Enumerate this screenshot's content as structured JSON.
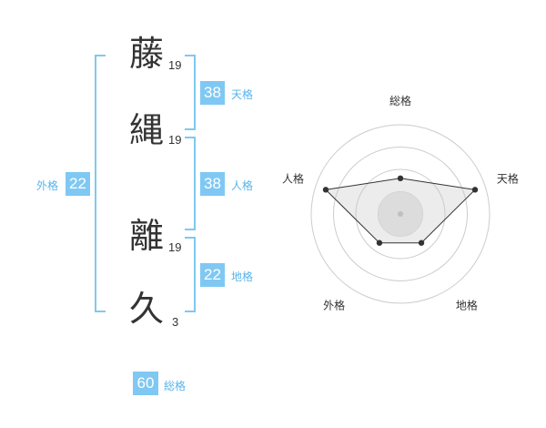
{
  "name": {
    "characters": [
      {
        "char": "藤",
        "strokes": "19"
      },
      {
        "char": "縄",
        "strokes": "19"
      },
      {
        "char": "離",
        "strokes": "19"
      },
      {
        "char": "久",
        "strokes": "3"
      }
    ]
  },
  "fortunes": {
    "tenkaku": {
      "value": "38",
      "label": "天格"
    },
    "jinkaku": {
      "value": "38",
      "label": "人格"
    },
    "chikaku": {
      "value": "22",
      "label": "地格"
    },
    "gaikaku": {
      "value": "22",
      "label": "外格"
    },
    "soukaku": {
      "value": "60",
      "label": "総格"
    }
  },
  "colors": {
    "accent": "#7fc8f3",
    "bracket": "#80c8f0",
    "text": "#333333"
  },
  "chart_data": {
    "type": "radar",
    "axes": [
      "総格",
      "天格",
      "地格",
      "外格",
      "人格"
    ],
    "values": [
      0.4,
      0.88,
      0.4,
      0.4,
      0.88
    ],
    "rings": 4
  }
}
